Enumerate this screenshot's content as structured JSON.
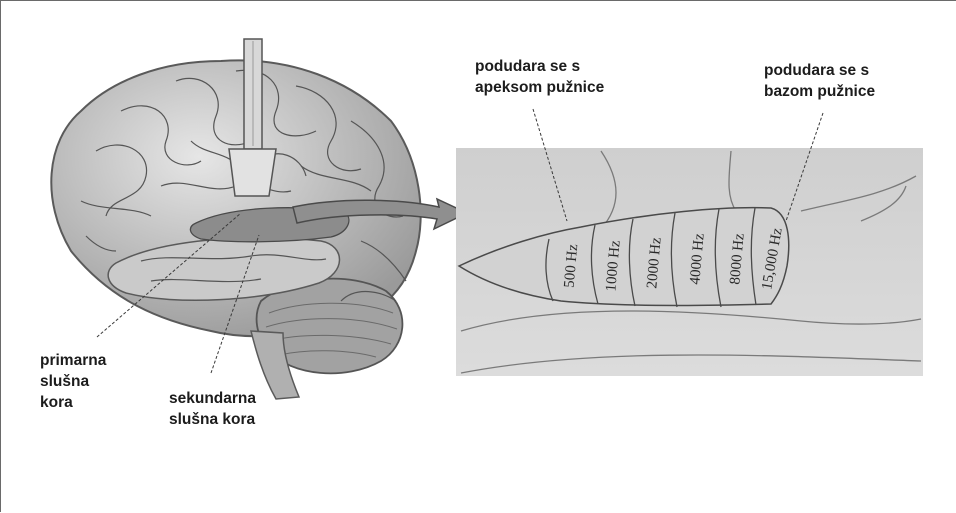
{
  "labels": {
    "apex": "podudara se s\napeksom pužnice",
    "base": "podudara se s\nbazom pužnice",
    "primary": "primarna\nslušna\nkora",
    "secondary": "sekundarna\nslušna kora"
  },
  "frequency_bands": [
    "500 Hz",
    "1000 Hz",
    "2000 Hz",
    "4000 Hz",
    "8000 Hz",
    "15,000 Hz"
  ]
}
